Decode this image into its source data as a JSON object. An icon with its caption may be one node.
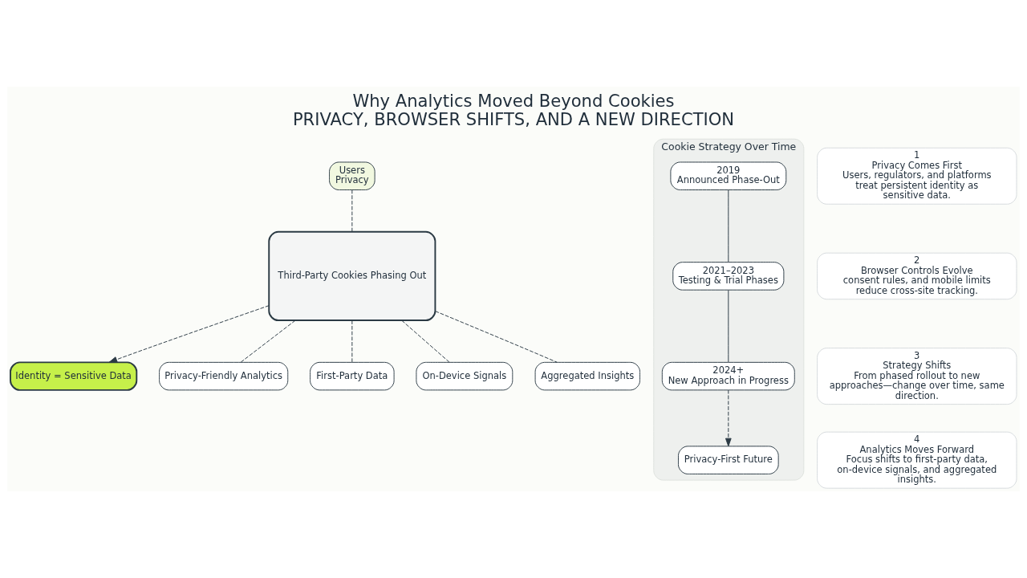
{
  "diagram": {
    "title": "Why Analytics Moved Beyond Cookies",
    "caption": "PRIVACY, BROWSER SHIFTS, AND A NEW DIRECTION",
    "nodes": [
      {
        "text": [
          "Users",
          "Privacy"
        ]
      },
      {
        "text": [
          "Third-Party Cookies Phasing Out"
        ]
      },
      {
        "text": [
          "Identity = Sensitive Data"
        ]
      },
      {
        "text": [
          "Privacy-Friendly Analytics"
        ]
      },
      {
        "text": [
          "First-Party Data"
        ]
      },
      {
        "text": [
          "On-Device Signals"
        ]
      },
      {
        "text": [
          "Aggregated Insights"
        ]
      },
      {
        "text": [
          "Cookie Strategy Over Time"
        ]
      },
      {
        "text": [
          "2019",
          "Announced Phase-Out"
        ],
        "in": 7
      },
      {
        "text": [
          "2021–2023",
          "Testing & Trial Phases"
        ],
        "in": 7
      },
      {
        "text": [
          "2024+",
          "New Approach in Progress"
        ],
        "in": 7
      },
      {
        "text": [
          "Privacy-First Future"
        ],
        "in": 7
      },
      {
        "text": [
          "1",
          "Privacy Comes First",
          "Users, regulators, and platforms treat persistent identity as sensitive data."
        ]
      },
      {
        "text": [
          "2",
          "Browser Controls Evolve",
          "consent rules, and mobile limits reduce cross-site tracking."
        ]
      },
      {
        "text": [
          "3",
          "Strategy Shifts",
          "From phased rollout to new approaches—change over time, same direction."
        ]
      },
      {
        "text": [
          "4",
          "Analytics Moves Forward",
          "Focus shifts to first-party data, on-device signals, and aggregated insights."
        ]
      }
    ],
    "edges": [
      {
        "from": 0,
        "to": 1,
        "arrow": "none",
        "style": "dashed"
      },
      {
        "from": 1,
        "to": 2,
        "arrow": "to",
        "style": "dashed"
      },
      {
        "from": 1,
        "to": 3,
        "arrow": "none",
        "style": "dashed"
      },
      {
        "from": 1,
        "to": 4,
        "arrow": "none",
        "style": "dashed"
      },
      {
        "from": 1,
        "to": 5,
        "arrow": "none",
        "style": "dashed"
      },
      {
        "from": 1,
        "to": 6,
        "arrow": "none",
        "style": "dashed"
      },
      {
        "from": 8,
        "to": 9,
        "arrow": "none"
      },
      {
        "from": 9,
        "to": 10,
        "arrow": "none"
      },
      {
        "from": 10,
        "to": 11,
        "arrow": "to",
        "style": "dashed"
      }
    ]
  }
}
